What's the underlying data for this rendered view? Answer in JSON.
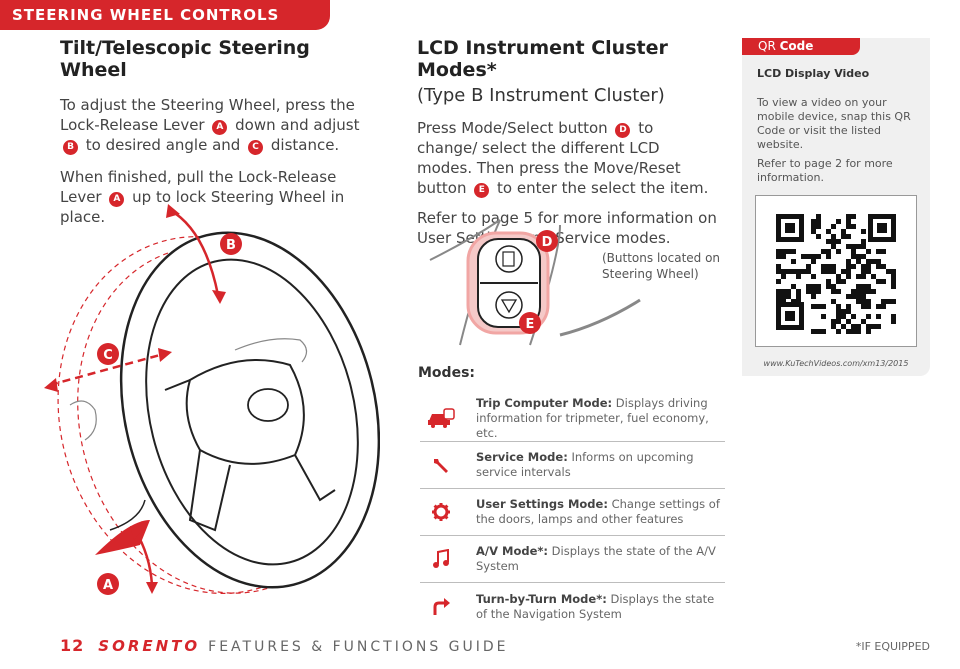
{
  "header": {
    "section": "STEERING WHEEL CONTROLS"
  },
  "tilt": {
    "title": "Tilt/Telescopic Steering Wheel",
    "p1_a": "To adjust the Steering Wheel, press the Lock-Release Lever",
    "p1_b": "down and adjust",
    "p1_c": "to desired angle and",
    "p1_d": "distance.",
    "p2_a": "When finished, pull the Lock-Release Lever",
    "p2_b": "up to lock Steering Wheel in place.",
    "badge_a": "A",
    "badge_b": "B",
    "badge_c": "C"
  },
  "lcd": {
    "title": "LCD Instrument Cluster Modes*",
    "subtitle": "(Type B Instrument Cluster)",
    "p1_a": "Press Mode/Select button",
    "p1_b": "to change/ select the different LCD modes. Then press the Move/Reset button",
    "p1_c": "to enter the select the item.",
    "p2": "Refer to page 5 for more information on User Settings and Service modes.",
    "badge_d": "D",
    "badge_e": "E",
    "buttons_caption": "(Buttons located on Steering Wheel)"
  },
  "modes": {
    "title": "Modes:",
    "items": [
      {
        "icon": "car-meter-icon",
        "name": "Trip Computer Mode:",
        "desc": "Displays driving information for tripmeter, fuel economy, etc."
      },
      {
        "icon": "wrench-icon",
        "name": "Service Mode:",
        "desc": "Informs on upcoming service intervals"
      },
      {
        "icon": "gear-icon",
        "name": "User Settings Mode:",
        "desc": "Change settings of the doors, lamps and other features"
      },
      {
        "icon": "music-note-icon",
        "name": "A/V Mode*:",
        "desc": "Displays the state of the A/V System"
      },
      {
        "icon": "turn-arrow-icon",
        "name": "Turn-by-Turn Mode*:",
        "desc": "Displays the state of the Navigation System"
      }
    ]
  },
  "qr": {
    "tab_a": "QR",
    "tab_b": "Code",
    "title": "LCD Display Video",
    "p1": "To view a video on your mobile device, snap this QR Code or visit the listed website.",
    "p2": "Refer to page 2 for more information.",
    "url": "www.KuTechVideos.com/xm13/2015"
  },
  "footer": {
    "page": "12",
    "model": "SORENTO",
    "guide": "FEATURES & FUNCTIONS GUIDE",
    "note": "*IF EQUIPPED"
  },
  "colors": {
    "accent": "#d6262b",
    "panel": "#f0f0f0",
    "text": "#444444"
  }
}
